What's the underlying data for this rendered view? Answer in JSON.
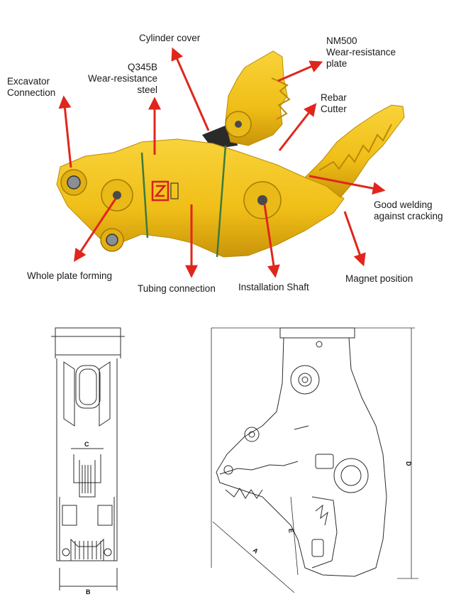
{
  "callouts": {
    "cylinder_cover": "Cylinder cover",
    "nm500": "NM500\nWear-resistance\nplate",
    "q345b": "Q345B\nWear-resistance\nsteel",
    "excavator_connection": "Excavator\nConnection",
    "rebar_cutter": "Rebar\nCutter",
    "good_welding": "Good welding\nagainst cracking",
    "whole_plate_forming": "Whole plate forming",
    "tubing_connection": "Tubing connection",
    "installation_shaft": "Installation Shaft",
    "magnet_position": "Magnet position"
  },
  "dimensions": {
    "A": "A",
    "B": "B",
    "C": "C",
    "D": "D",
    "E": "E"
  },
  "colors": {
    "body_yellow": "#F2C21B",
    "body_shade": "#D9A60E",
    "arrow_red": "#E0261C",
    "weld_green": "#3C7A3A",
    "logo_red": "#D2231C"
  }
}
